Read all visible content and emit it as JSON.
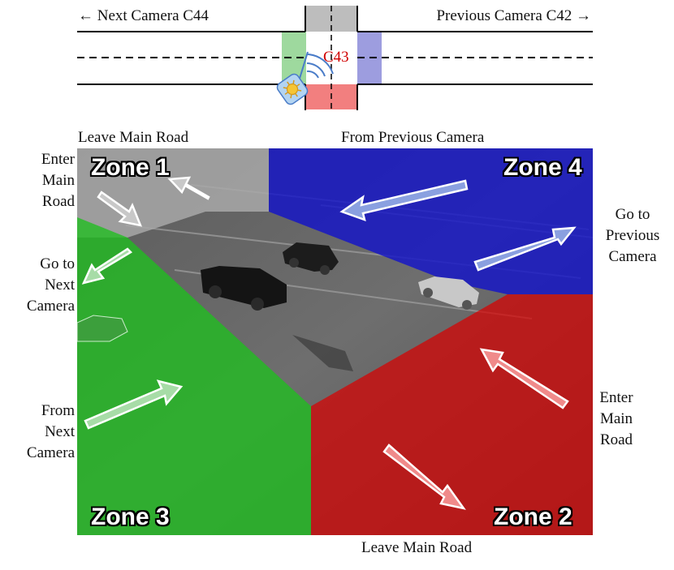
{
  "top_diagram": {
    "next_camera_label": "← Next Camera C44",
    "previous_camera_label": "Previous Camera C42  →",
    "camera_id": "C43",
    "camera_icon": "camera-sun-icon",
    "colors": {
      "zone1": "#bdbdbd",
      "zone2": "#f27f7f",
      "zone3": "#9ed99e",
      "zone4": "#9d9ddf",
      "camera_text": "#d00000",
      "fov_arcs": "#4a7cc8"
    }
  },
  "scene": {
    "zones": [
      {
        "id": "zone-1",
        "label": "Zone 1",
        "color": "#9a9a9a"
      },
      {
        "id": "zone-2",
        "label": "Zone 2",
        "color": "#d80000"
      },
      {
        "id": "zone-3",
        "label": "Zone 3",
        "color": "#1fbf1f"
      },
      {
        "id": "zone-4",
        "label": "Zone 4",
        "color": "#1414c8"
      }
    ],
    "labels": {
      "zone1_top": "Leave Main Road",
      "zone1_left_line1": "Enter",
      "zone1_left_line2": "Main",
      "zone1_left_line3": "Road",
      "zone3_top_line1": "Go to",
      "zone3_top_line2": "Next",
      "zone3_top_line3": "Camera",
      "zone3_bottom_line1": "From",
      "zone3_bottom_line2": "Next",
      "zone3_bottom_line3": "Camera",
      "zone4_top": "From Previous Camera",
      "zone4_right_line1": "Go to",
      "zone4_right_line2": "Previous",
      "zone4_right_line3": "Camera",
      "zone2_right_line1": "Enter",
      "zone2_right_line2": "Main",
      "zone2_right_line3": "Road",
      "zone2_bottom": "Leave Main Road"
    }
  }
}
